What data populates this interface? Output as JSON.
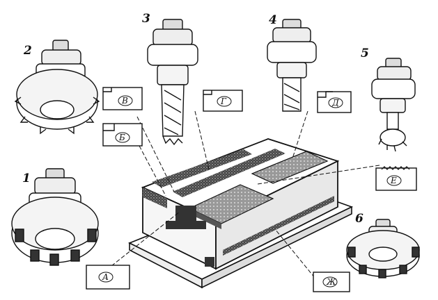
{
  "tool_numbers": {
    "n1": "1",
    "n2": "2",
    "n3": "3",
    "n4": "4",
    "n5": "5",
    "n6": "6"
  },
  "profile_labels": {
    "a": "А",
    "b": "Б",
    "v": "В",
    "g": "Г",
    "d": "Д",
    "e": "Е",
    "zh": "Ж"
  }
}
